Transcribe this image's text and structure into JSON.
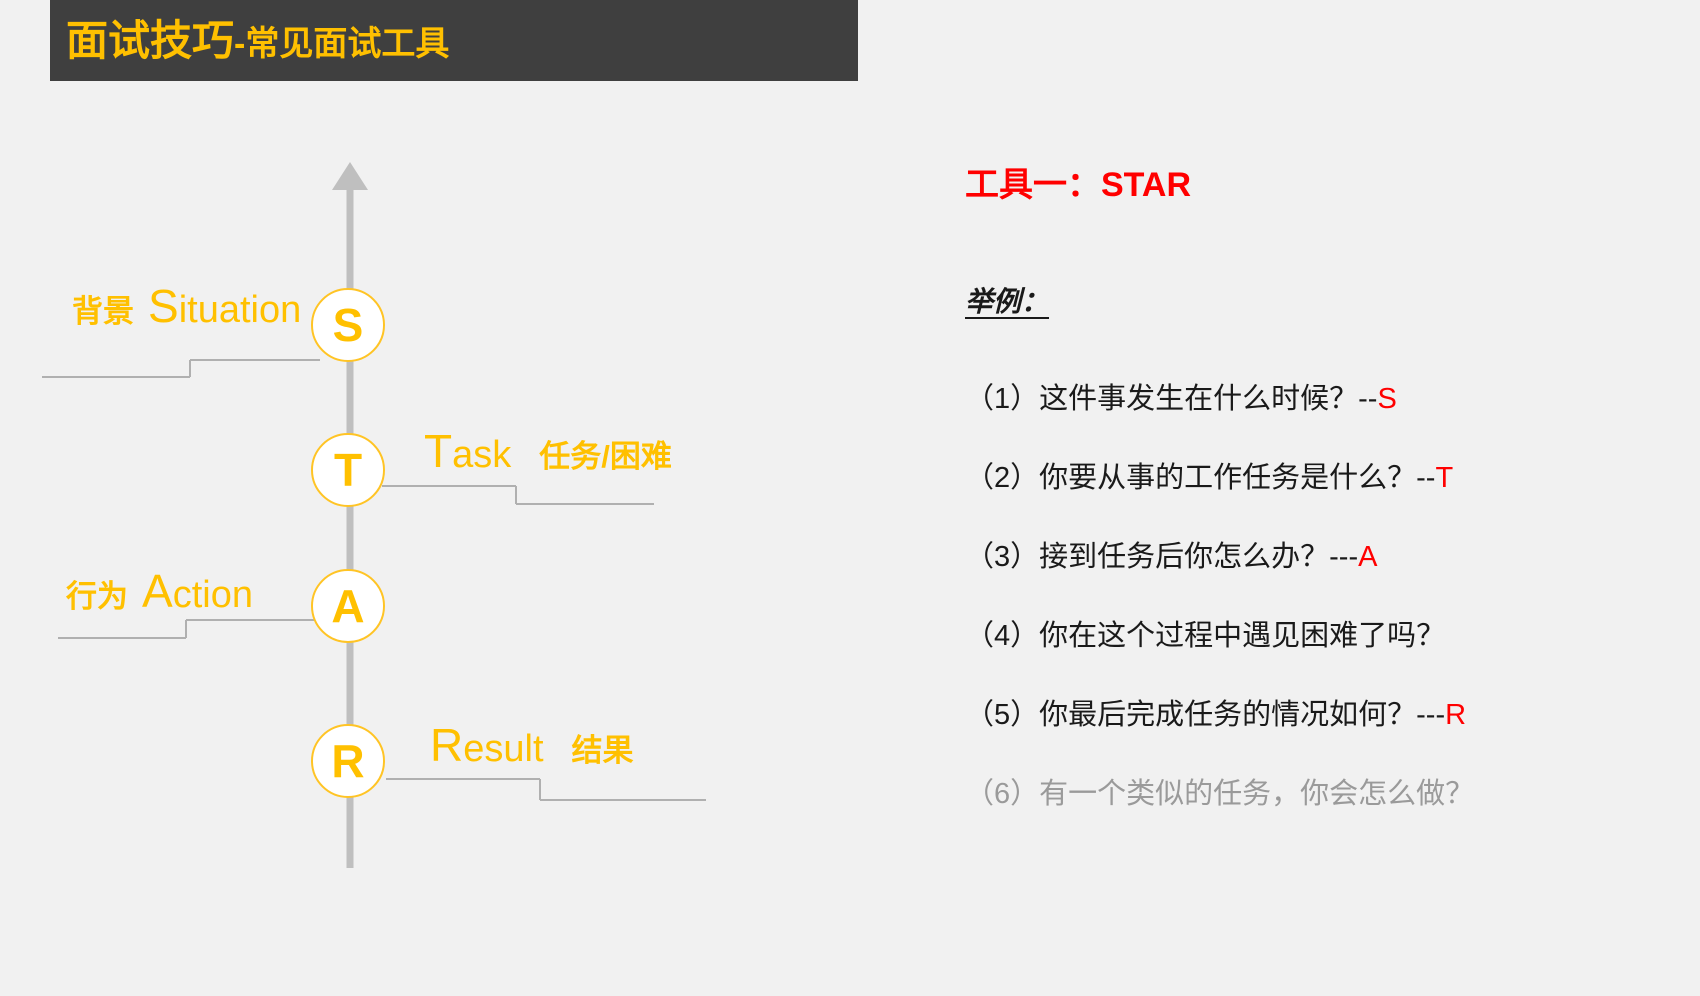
{
  "slide": {
    "background_color": "#f1f1f1",
    "title_bar_color": "#3f3f3f",
    "accent_color": "#ffc000",
    "highlight_color": "#ff0000",
    "muted_color": "#9a9a9a",
    "line_color": "#bfbfbf"
  },
  "header": {
    "title_main": "面试技巧",
    "title_sub": "-常见面试工具"
  },
  "diagram": {
    "axis_icon": "up-arrow-icon",
    "nodes": [
      {
        "letter": "S",
        "side": "left",
        "cn": "背景",
        "en_cap": "S",
        "en_rest": "ituation",
        "cn_right": ""
      },
      {
        "letter": "T",
        "side": "right",
        "cn": "",
        "en_cap": "T",
        "en_rest": "ask",
        "cn_right": "任务/困难"
      },
      {
        "letter": "A",
        "side": "left",
        "cn": "行为",
        "en_cap": "A",
        "en_rest": "ction",
        "cn_right": ""
      },
      {
        "letter": "R",
        "side": "right",
        "cn": "",
        "en_cap": "R",
        "en_rest": "esult",
        "cn_right": "结果"
      }
    ]
  },
  "right_panel": {
    "tool_heading": "工具一：STAR",
    "examples_label": "举例：",
    "questions": [
      {
        "text": "（1）这件事发生在什么时候？--",
        "tag": "S",
        "muted": false
      },
      {
        "text": "（2）你要从事的工作任务是什么？--",
        "tag": "T",
        "muted": false
      },
      {
        "text": "（3）接到任务后你怎么办？---",
        "tag": "A",
        "muted": false
      },
      {
        "text": "（4）你在这个过程中遇见困难了吗？",
        "tag": "",
        "muted": false
      },
      {
        "text": "（5）你最后完成任务的情况如何？---",
        "tag": "R",
        "muted": false
      },
      {
        "text": "（6）有一个类似的任务，你会怎么做？",
        "tag": "",
        "muted": true
      }
    ]
  }
}
